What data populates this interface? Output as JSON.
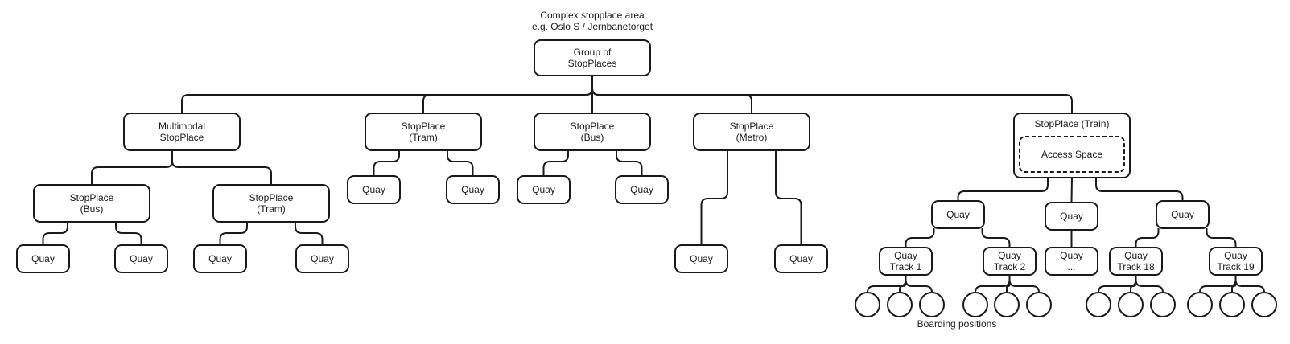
{
  "header": {
    "line1": "Complex stopplace area",
    "line2": "e.g. Oslo S / Jernbanetorget"
  },
  "nodes": {
    "group": [
      "Group of",
      "StopPlaces"
    ],
    "multimodal": [
      "Multimodal",
      "StopPlace"
    ],
    "sp_bus_l": [
      "StopPlace",
      "(Bus)"
    ],
    "sp_tram_l": [
      "StopPlace",
      "(Tram)"
    ],
    "sp_tram": [
      "StopPlace",
      "(Tram)"
    ],
    "sp_bus": [
      "StopPlace",
      "(Bus)"
    ],
    "sp_metro": [
      "StopPlace",
      "(Metro)"
    ],
    "sp_train": [
      "StopPlace (Train)"
    ],
    "access_space": [
      "Access Space"
    ],
    "quay": [
      "Quay"
    ],
    "quay_track1": [
      "Quay",
      "Track 1"
    ],
    "quay_track2": [
      "Quay",
      "Track 2"
    ],
    "quay_dots": [
      "Quay",
      "..."
    ],
    "quay_track18": [
      "Quay",
      "Track 18"
    ],
    "quay_track19": [
      "Quay",
      "Track 19"
    ]
  },
  "footer": {
    "boarding_label": "Boarding positions"
  }
}
